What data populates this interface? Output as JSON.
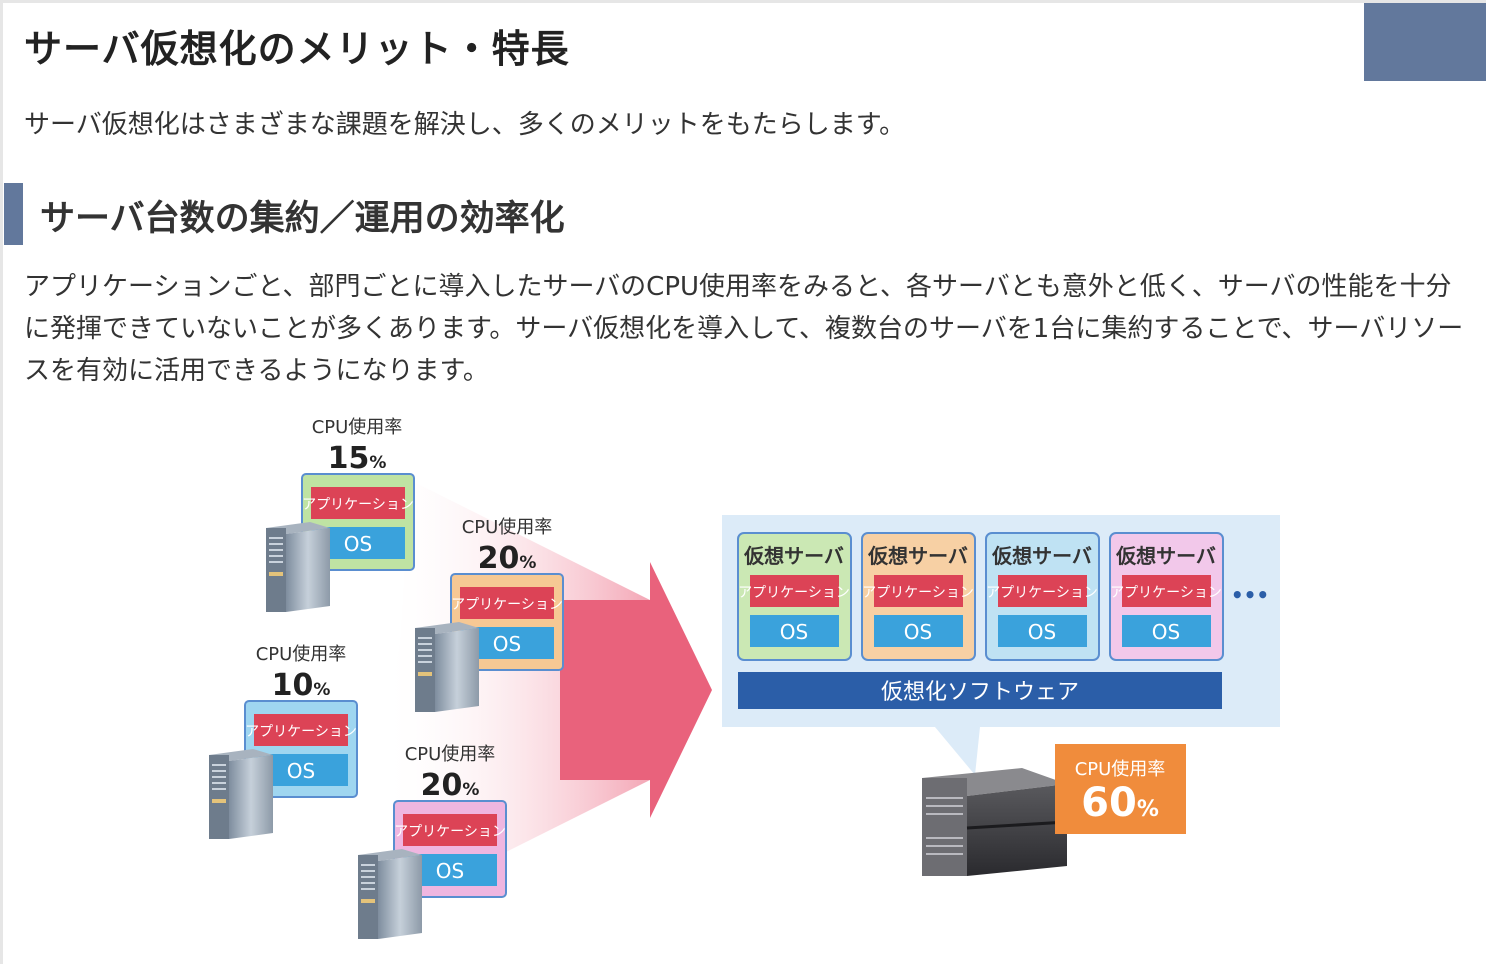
{
  "heading": "サーバ仮想化のメリット・特長",
  "lead": "サーバ仮想化はさまざまな課題を解決し、多くのメリットをもたらします。",
  "section": {
    "title": "サーバ台数の集約／運用の効率化",
    "body": "アプリケーションごと、部門ごとに導入したサーバのCPU使用率をみると、各サーバとも意外と低く、サーバの性能を十分に発揮できていないことが多くあります。サーバ仮想化を導入して、複数台のサーバを1台に集約することで、サーバリソースを有効に活用できるようになります。"
  },
  "diagram": {
    "cpu_label": "CPU使用率",
    "percent_sign": "%",
    "app_label": "アプリケーション",
    "os_label": "OS",
    "servers": [
      {
        "usage": "15",
        "color": "#bfe3a3"
      },
      {
        "usage": "20",
        "color": "#f6c894"
      },
      {
        "usage": "10",
        "color": "#9fd6f0"
      },
      {
        "usage": "20",
        "color": "#efb6e0"
      }
    ],
    "virtual_label": "仮想サーバ",
    "virtual_colors": [
      "#cbe8b4",
      "#f7d0a4",
      "#bfe2f3",
      "#f2c8ea"
    ],
    "ellipsis": "•••",
    "software_label": "仮想化ソフトウェア",
    "result_usage": "60",
    "colors": {
      "app_red": "#dc4356",
      "os_blue": "#3aa2dc",
      "software_blue": "#2b5ea8",
      "panel_bg": "#dcebf8",
      "result_orange": "#f08c3c",
      "arrow_pink": "#e9627c",
      "accent_bar": "#62789c"
    }
  }
}
